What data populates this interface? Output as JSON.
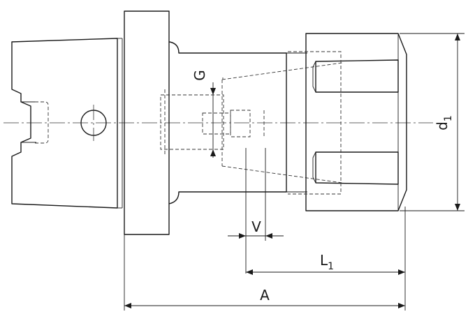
{
  "drawing": {
    "dimensions": {
      "G": {
        "label": "G",
        "sub": ""
      },
      "V": {
        "label": "V",
        "sub": ""
      },
      "L1": {
        "label": "L",
        "sub": "1"
      },
      "A": {
        "label": "A",
        "sub": ""
      },
      "d1": {
        "label": "d",
        "sub": "1"
      }
    }
  }
}
